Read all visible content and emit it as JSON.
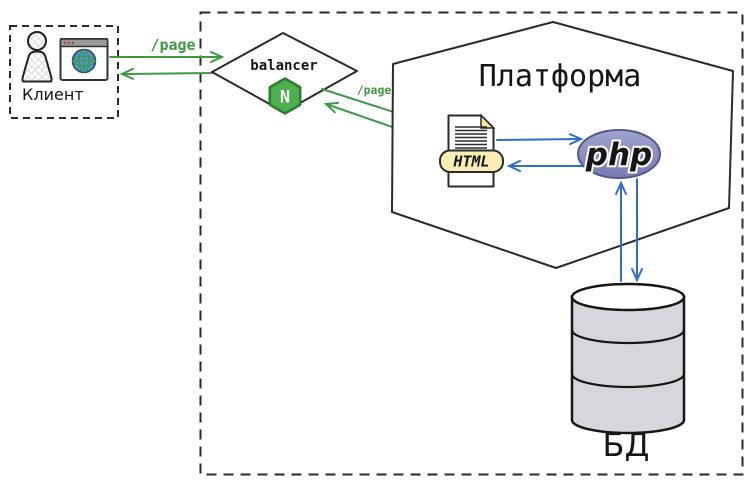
{
  "client": {
    "label": "Клиент"
  },
  "balancer": {
    "label": "balancer",
    "nginx_letter": "N"
  },
  "platform": {
    "title": "Платформа"
  },
  "requests": {
    "client_balancer": "/page",
    "balancer_app": "/page"
  },
  "app": {
    "html_badge": "HTML",
    "php_label": "php"
  },
  "database": {
    "label": "БД"
  },
  "icons": [
    "person-icon",
    "browser-icon",
    "globe-icon",
    "nginx-icon",
    "html-document-icon",
    "php-logo",
    "database-cylinder-icon"
  ],
  "colors": {
    "arrow_green": "#3e9a42",
    "arrow_blue": "#2e6fce",
    "nginx_green": "#4caf50",
    "nginx_border": "#2e7d32",
    "php_purple": "#767ab2",
    "php_purple_light": "#a0a4d0",
    "php_border": "#55598c",
    "badge_yellow": "#faeeb4",
    "fold_yellow": "#f7ea9e",
    "db_gray": "#d6d6dc",
    "globe_blue": "#4f93d2",
    "stroke_dark": "#2b2b2b"
  }
}
